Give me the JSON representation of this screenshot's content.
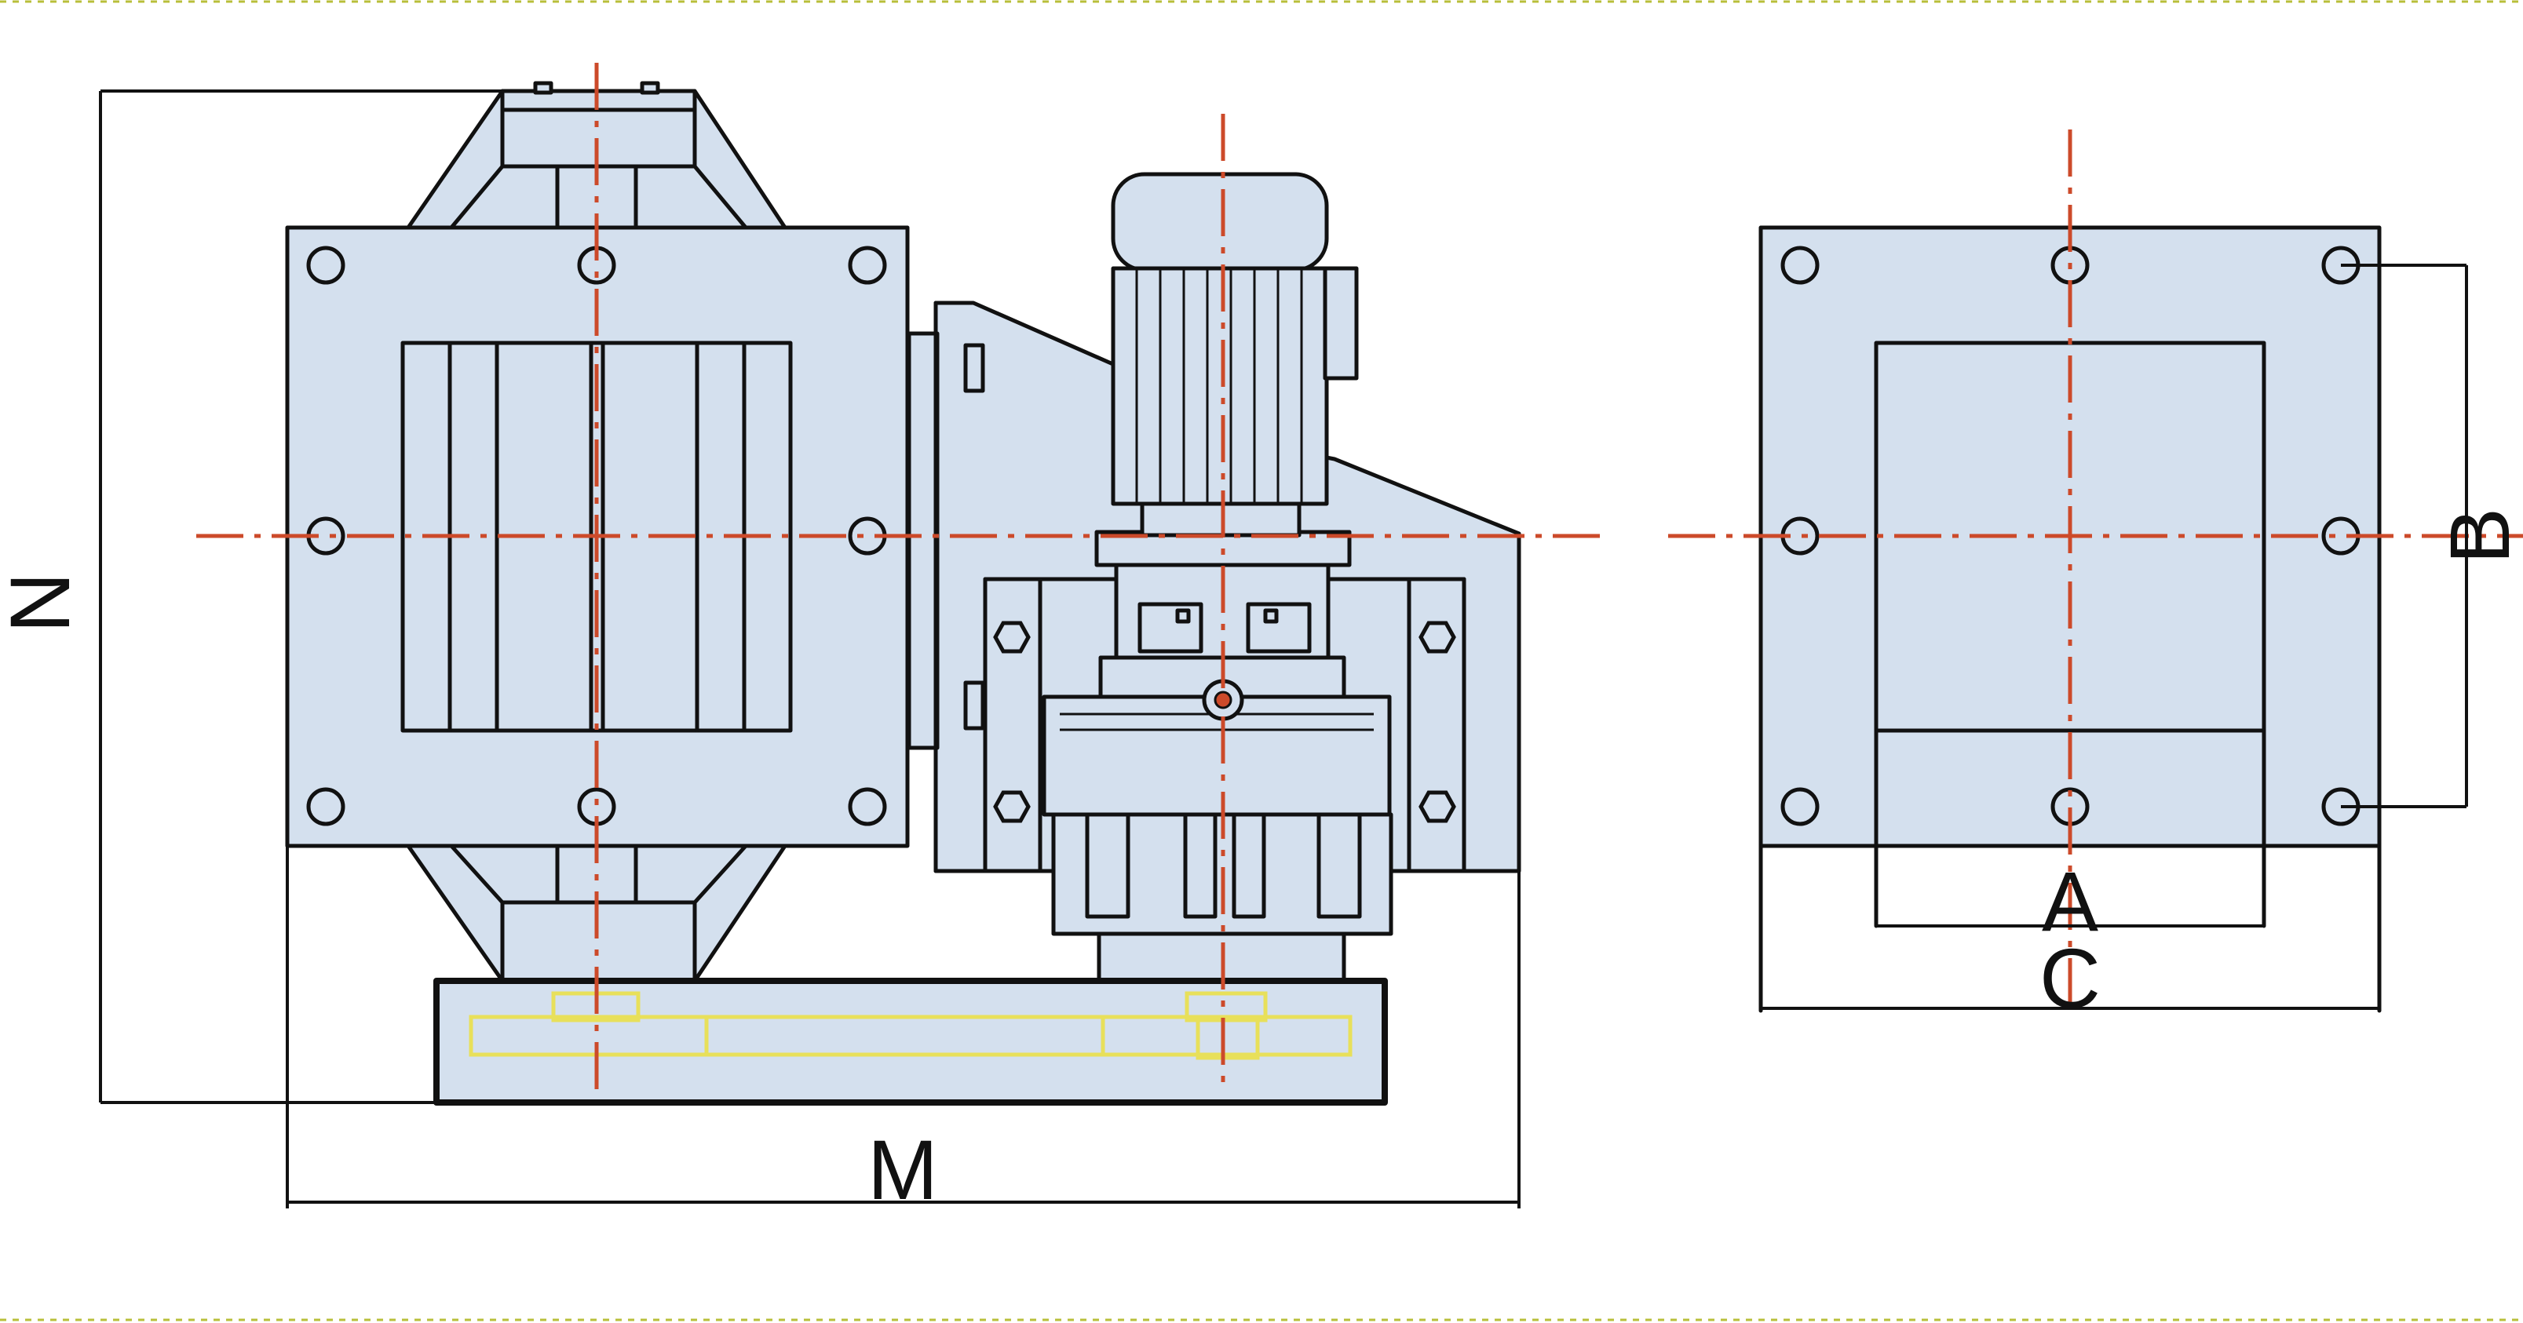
{
  "dimensions": {
    "N": "N",
    "M": "M",
    "A": "A",
    "B": "B",
    "C": "C"
  },
  "colors": {
    "body_fill": "#d4e0ee",
    "outline": "#111111",
    "center_line": "#cc4a2a",
    "hidden_part": "#e8e05a",
    "border": "#b8bf3a"
  }
}
